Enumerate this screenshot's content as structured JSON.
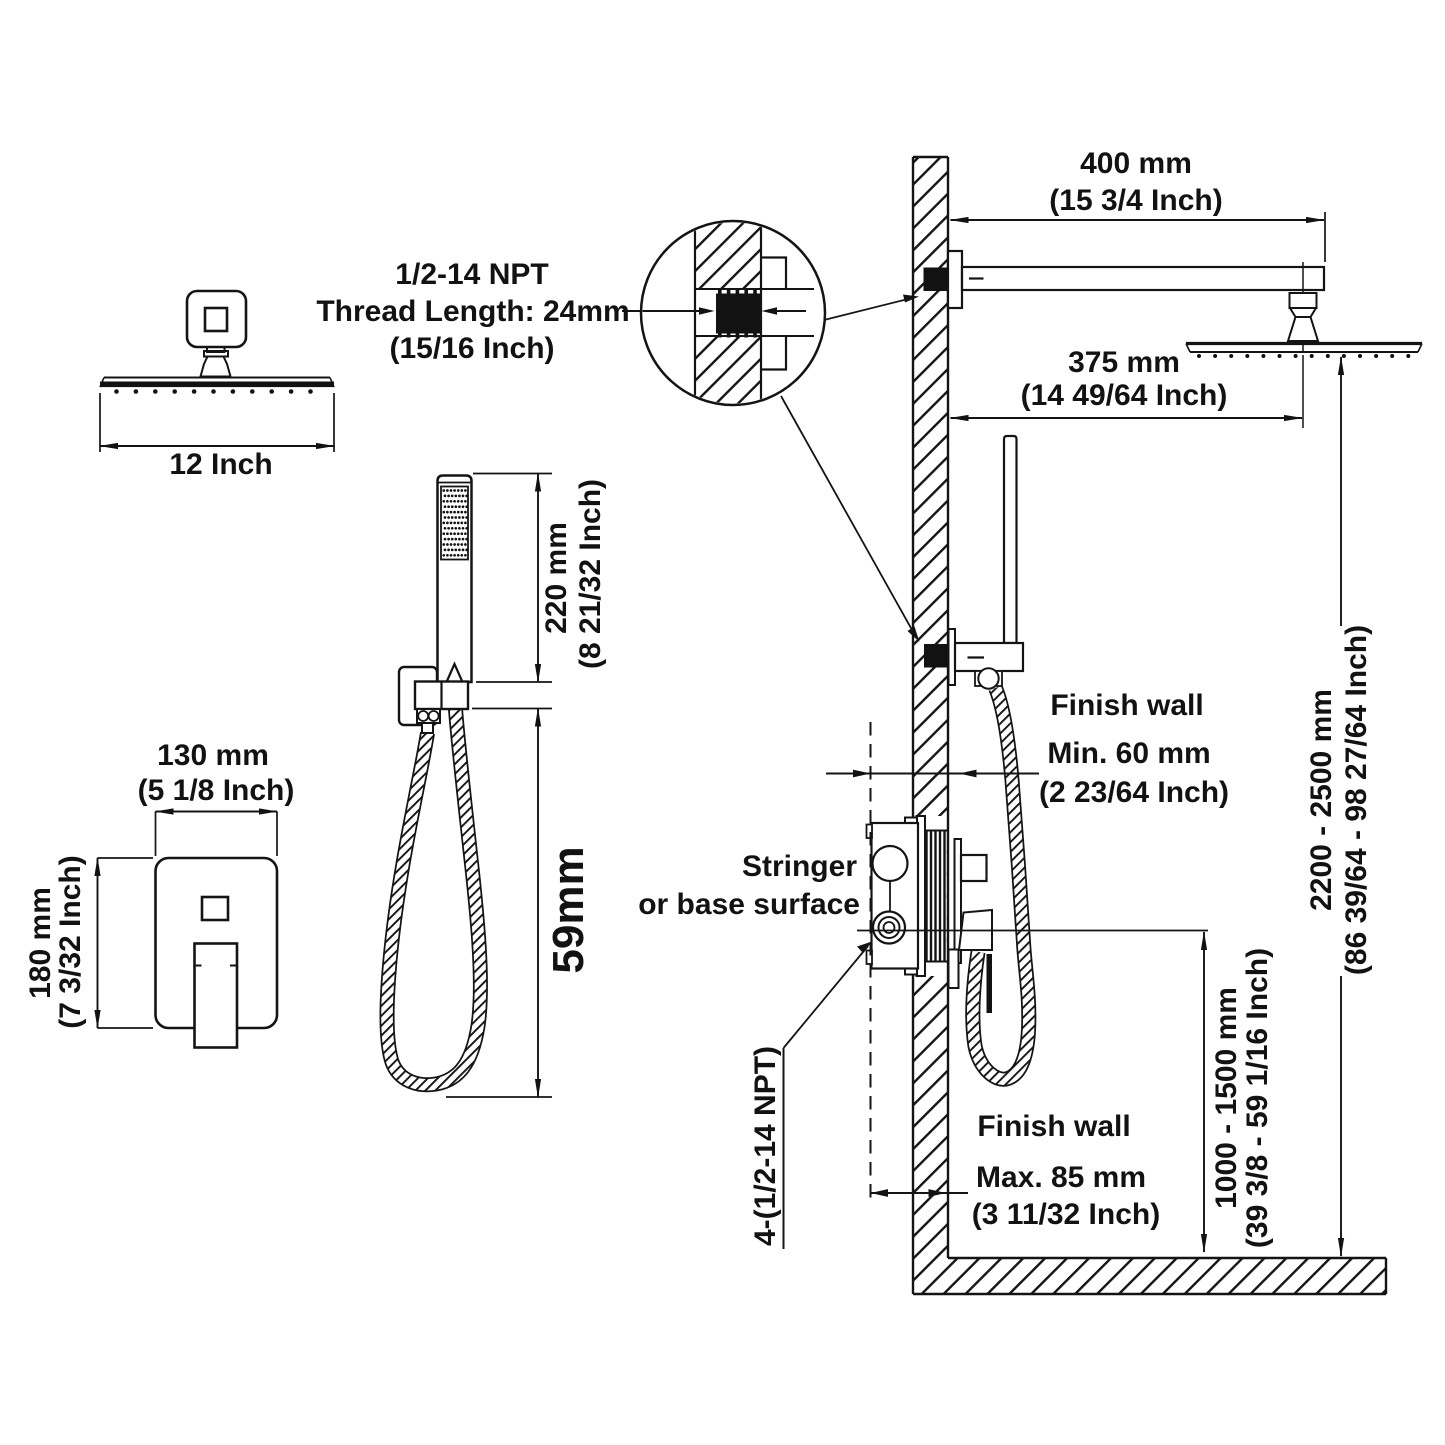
{
  "drawing": {
    "type": "technical installation diagram",
    "subject": "wall-mounted rain shower system with hand shower and concealed mixer valve",
    "ink_color": "#121212",
    "background_color": "#ffffff"
  },
  "labels": {
    "thread_note": {
      "line1": "1/2-14 NPT",
      "line2": "Thread Length: 24mm",
      "line3": "(15/16 Inch)"
    },
    "head_width": "12 Inch",
    "valve_width_mm": "130 mm",
    "valve_width_inch": "(5 1/8 Inch)",
    "valve_height_mm": "180 mm",
    "valve_height_inch": "(7 3/32 Inch)",
    "handshower_length_mm": "220 mm",
    "handshower_length_inch": "(8 21/32 Inch)",
    "hose_length": "59mm",
    "arm_length_mm": "400 mm",
    "arm_length_inch": "(15 3/4 Inch)",
    "head_offset_mm": "375 mm",
    "head_offset_inch": "(14 49/64 Inch)",
    "finish_wall_upper": "Finish wall",
    "min_depth_mm": "Min. 60 mm",
    "min_depth_inch": "(2 23/64 Inch)",
    "stringer_line1": "Stringer",
    "stringer_line2": "or base surface",
    "npt_ports": "4-(1/2-14 NPT)",
    "finish_wall_lower": "Finish wall",
    "max_depth_mm": "Max. 85 mm",
    "max_depth_inch": "(3 11/32 Inch)",
    "valve_height_range_mm": "1000 - 1500 mm",
    "valve_height_range_inch": "(39 3/8 - 59 1/16 Inch)",
    "head_height_range_mm": "2200 - 2500 mm",
    "head_height_range_inch": "(86 39/64 - 98 27/64 Inch)"
  }
}
